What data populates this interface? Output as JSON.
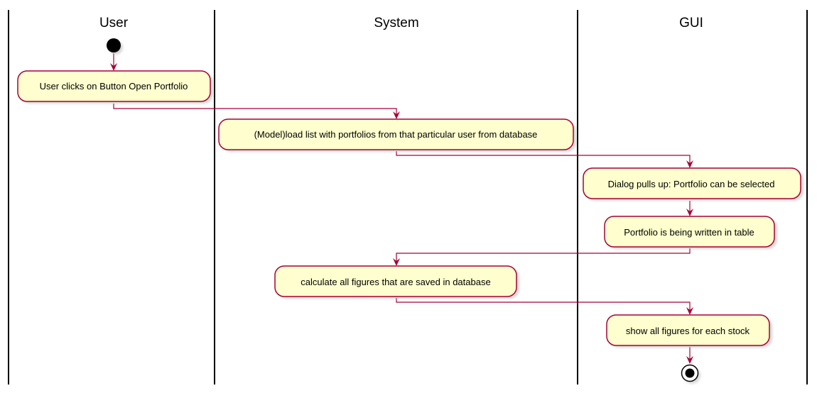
{
  "swimlanes": [
    {
      "title": "User"
    },
    {
      "title": "System"
    },
    {
      "title": "GUI"
    }
  ],
  "activities": [
    {
      "id": "a1",
      "lane": 0,
      "label": "User clicks on Button Open Portfolio"
    },
    {
      "id": "a2",
      "lane": 1,
      "label": "(Model)load list with portfolios from that particular user from database"
    },
    {
      "id": "a3",
      "lane": 2,
      "label": "Dialog pulls up: Portfolio can be selected"
    },
    {
      "id": "a4",
      "lane": 2,
      "label": "Portfolio is being written in table"
    },
    {
      "id": "a5",
      "lane": 1,
      "label": "calculate all figures that are saved in database"
    },
    {
      "id": "a6",
      "lane": 2,
      "label": "show all figures for each stock"
    }
  ],
  "flows": [
    {
      "from": "start",
      "to": "a1"
    },
    {
      "from": "a1",
      "to": "a2"
    },
    {
      "from": "a2",
      "to": "a3"
    },
    {
      "from": "a3",
      "to": "a4"
    },
    {
      "from": "a4",
      "to": "a5"
    },
    {
      "from": "a5",
      "to": "a6"
    },
    {
      "from": "a6",
      "to": "end"
    }
  ],
  "colors": {
    "activity_fill": "#FEFECE",
    "activity_border": "#A80036",
    "arrow": "#A80036",
    "lane_border": "#000000"
  }
}
